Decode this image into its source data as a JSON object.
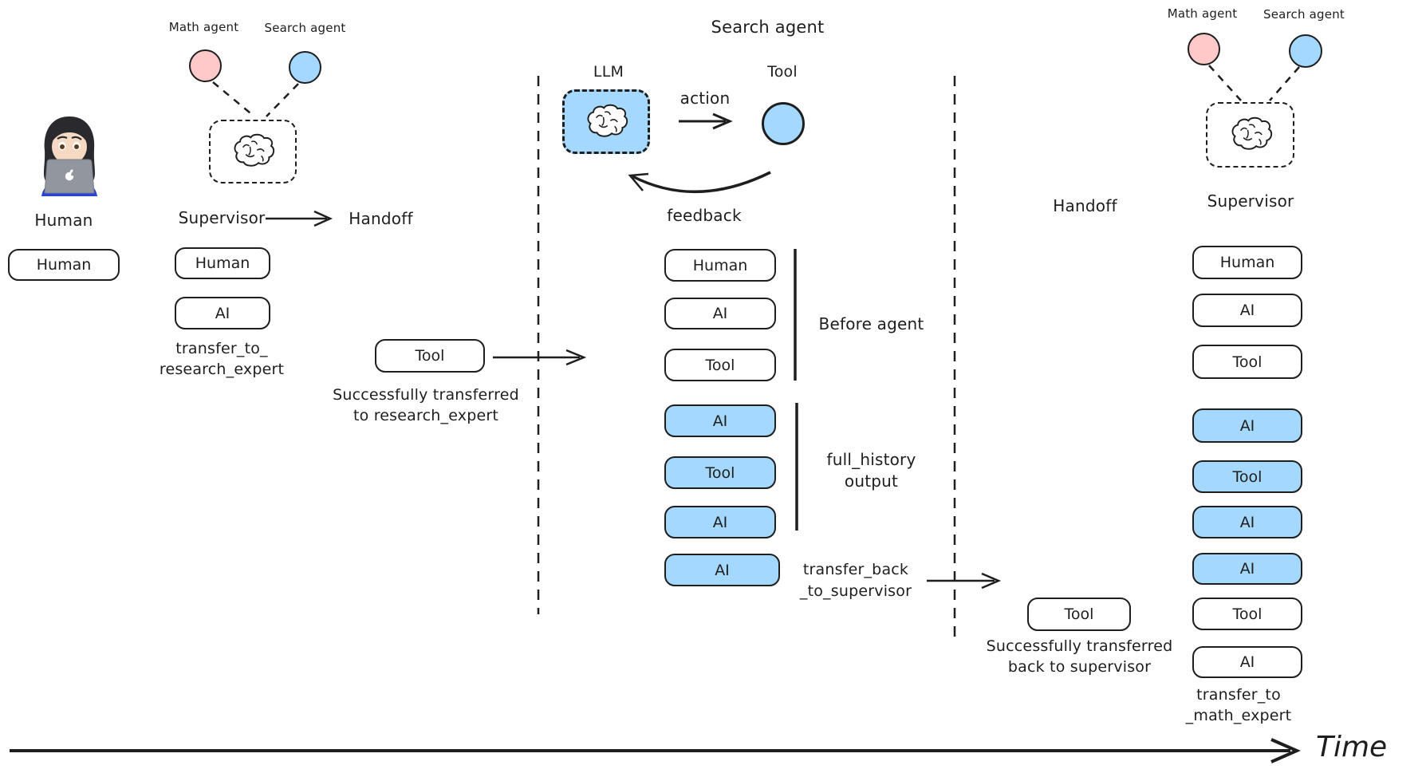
{
  "colors": {
    "ink": "#1e1e1e",
    "blue": "#a5d8ff",
    "pink": "#ffc9c9"
  },
  "left": {
    "label": "Human",
    "box": "Human"
  },
  "supervisor1": {
    "math_agent": "Math agent",
    "search_agent": "Search agent",
    "label": "Supervisor",
    "handoff_label": "Handoff",
    "messages": [
      {
        "label": "Human",
        "filled": false
      },
      {
        "label": "AI",
        "filled": false
      }
    ],
    "transfer_note_line1": "transfer_to_",
    "transfer_note_line2": "research_expert",
    "tool_box": "Tool",
    "success_line1": "Successfully transferred",
    "success_line2": "to research_expert"
  },
  "search_agent_panel": {
    "title": "Search agent",
    "llm_label": "LLM",
    "tool_label": "Tool",
    "action_label": "action",
    "feedback_label": "feedback",
    "messages": [
      {
        "label": "Human",
        "filled": false
      },
      {
        "label": "AI",
        "filled": false
      },
      {
        "label": "Tool",
        "filled": false
      },
      {
        "label": "AI",
        "filled": true
      },
      {
        "label": "Tool",
        "filled": true
      },
      {
        "label": "AI",
        "filled": true
      },
      {
        "label": "AI",
        "filled": true
      }
    ],
    "before_agent_label": "Before agent",
    "full_history_line1": "full_history",
    "full_history_line2": "output",
    "transfer_back_line1": "transfer_back",
    "transfer_back_line2": "_to_supervisor"
  },
  "handoff2": {
    "label": "Handoff",
    "tool_box": "Tool",
    "success_line1": "Successfully transferred",
    "success_line2": "back to supervisor"
  },
  "supervisor2": {
    "math_agent": "Math agent",
    "search_agent": "Search agent",
    "label": "Supervisor",
    "messages": [
      {
        "label": "Human",
        "filled": false
      },
      {
        "label": "AI",
        "filled": false
      },
      {
        "label": "Tool",
        "filled": false
      },
      {
        "label": "AI",
        "filled": true
      },
      {
        "label": "Tool",
        "filled": true
      },
      {
        "label": "AI",
        "filled": true
      },
      {
        "label": "AI",
        "filled": true
      },
      {
        "label": "Tool",
        "filled": false
      },
      {
        "label": "AI",
        "filled": false
      }
    ],
    "transfer_note_line1": "transfer_to",
    "transfer_note_line2": "_math_expert"
  },
  "timeline": {
    "label": "Time"
  }
}
